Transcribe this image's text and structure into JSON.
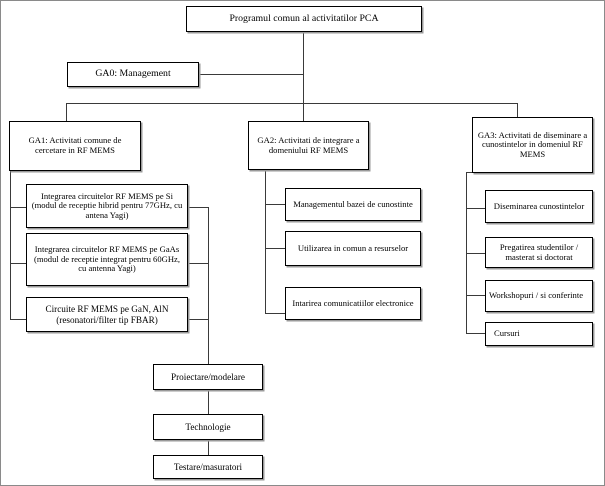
{
  "diagram": {
    "title": "Programul comun al activitatilor PCA",
    "type": "organizational-tree",
    "language": "ro",
    "colors": {
      "box_border": "#000000",
      "box_fill": "#ffffff",
      "connector": "#3a3a3a",
      "shadow": "#9a9a9a",
      "frame": "#8a8a8a"
    },
    "root": {
      "label": "Programul comun al activitatilor PCA"
    },
    "management": {
      "label": "GA0: Management"
    },
    "branches": [
      {
        "id": "ga1",
        "label": "GA1: Activitati comune de cercetare in RF MEMS",
        "children": [
          "Integrarea circuitelor RF MEMS pe Si (modul de receptie hibrid pentru 77GHz, cu antena Yagi)",
          "Integrarea circuitelor RF MEMS  pe GaAs (modul de receptie integrat pentru 60GHz, cu antenna Yagi)",
          "Circuite RF MEMS pe GaN, AlN (resonatori/filter tip FBAR)"
        ]
      },
      {
        "id": "ga2",
        "label": "GA2: Activitati de integrare a domeniului RF MEMS",
        "children": [
          "Managementul bazei de cunostinte",
          "Utilizarea in comun a resurselor",
          "Intarirea comunicatiilor electronice"
        ]
      },
      {
        "id": "ga3",
        "label": "GA3: Activitati de diseminare a cunostintelor in domeniul RF MEMS",
        "children": [
          "Diseminarea cunostintelor",
          "Pregatirea studentilor / masterat si doctorat",
          "Workshopuri / si conferinte",
          "Cursuri"
        ]
      }
    ],
    "pipeline": [
      "Proiectare/modelare",
      "Technologie",
      "Testare/masuratori"
    ]
  }
}
